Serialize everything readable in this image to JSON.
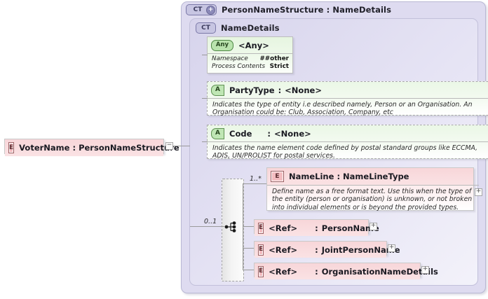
{
  "diagram": {
    "type": "xsd-schema-diagram",
    "root_element": {
      "icon": "element-icon",
      "name": "VoterName",
      "separator": ":",
      "type": "PersonNameStructure",
      "expander": "−"
    },
    "outer_container": {
      "icon": "complextype-plus-icon",
      "badge": "CT",
      "title": "PersonNameStructure : NameDetails"
    },
    "inner_container": {
      "icon": "complextype-icon",
      "badge": "CT",
      "title": "NameDetails"
    },
    "any_node": {
      "badge": "Any",
      "label": "<Any>",
      "properties": [
        {
          "key": "Namespace",
          "value": "##other"
        },
        {
          "key": "Process Contents",
          "value": "Strict"
        }
      ]
    },
    "attributes": [
      {
        "badge": "A",
        "name": "PartyType",
        "separator": ":",
        "type": "<None>",
        "doc": "Indicates the type of entity i.e described namely, Person or an Organisation. An Organisation could be: Club, Association, Company, etc"
      },
      {
        "badge": "A",
        "name": "Code",
        "separator": ":",
        "type": "<None>",
        "doc": "Indicates the name element code defined by postal standard groups like ECCMA, ADIS, UN/PROLIST for postal services."
      }
    ],
    "name_line": {
      "badge": "E",
      "name": "NameLine",
      "separator": ":",
      "type": "NameLineType",
      "cardinality": "1..*",
      "doc": "Define name as a free format text. Use this when the type of the entity (person or organisation) is unknown, or not broken into individual elements or is beyond the provided types.",
      "expander": "+"
    },
    "compositor": {
      "kind": "choice-icon",
      "cardinality": "0..1"
    },
    "references": [
      {
        "badge": "E",
        "name": "<Ref>",
        "separator": ":",
        "type": "PersonName",
        "expander": "+"
      },
      {
        "badge": "E",
        "name": "<Ref>",
        "separator": ":",
        "type": "JointPersonName",
        "expander": "+"
      },
      {
        "badge": "E",
        "name": "<Ref>",
        "separator": ":",
        "type": "OrganisationNameDetails",
        "expander": "+"
      }
    ],
    "colors": {
      "element_fill": "#fbe4e6",
      "attribute_fill": "#eaf7e6",
      "container_fill": "#dedbf0",
      "line": "#9a9a9a"
    }
  }
}
